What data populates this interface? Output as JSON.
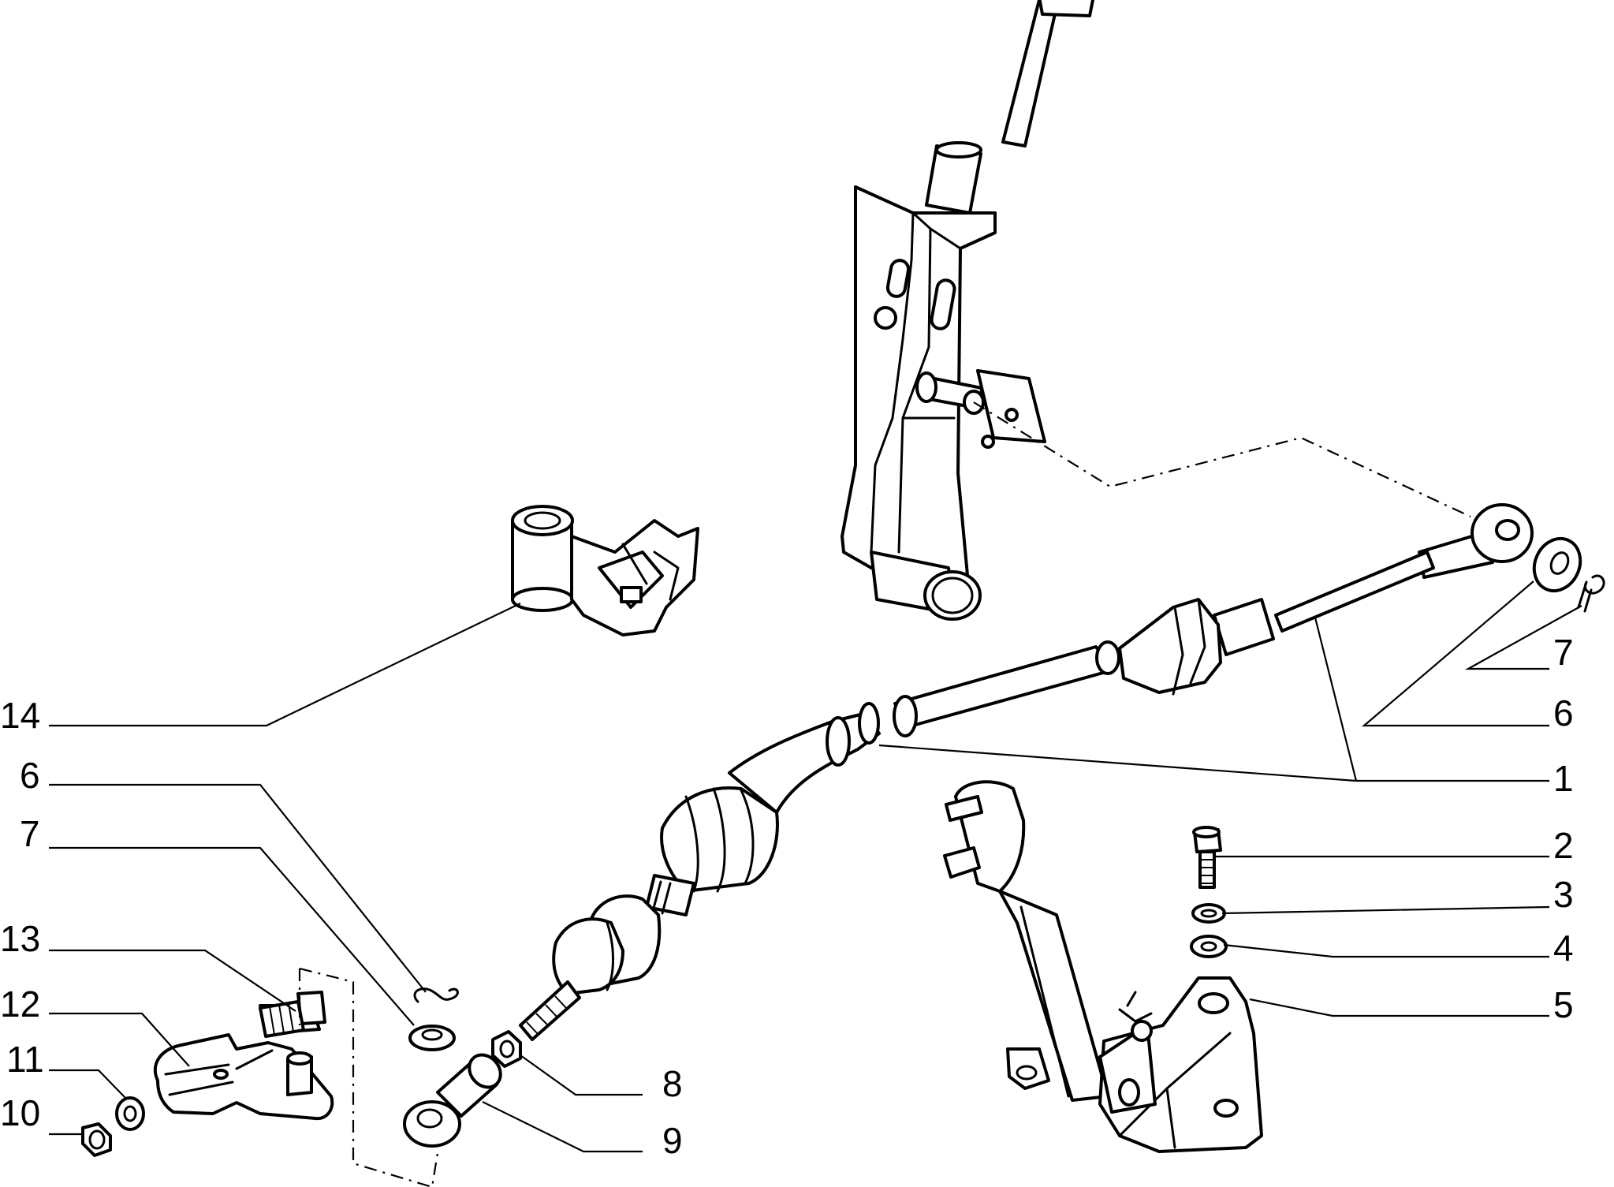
{
  "callouts": {
    "c1": "1",
    "c2": "2",
    "c3": "3",
    "c4": "4",
    "c5": "5",
    "c6_right": "6",
    "c7_right": "7",
    "c6_left": "6",
    "c7_left": "7",
    "c8": "8",
    "c9": "9",
    "c10": "10",
    "c11": "11",
    "c12": "12",
    "c13": "13",
    "c14": "14"
  }
}
